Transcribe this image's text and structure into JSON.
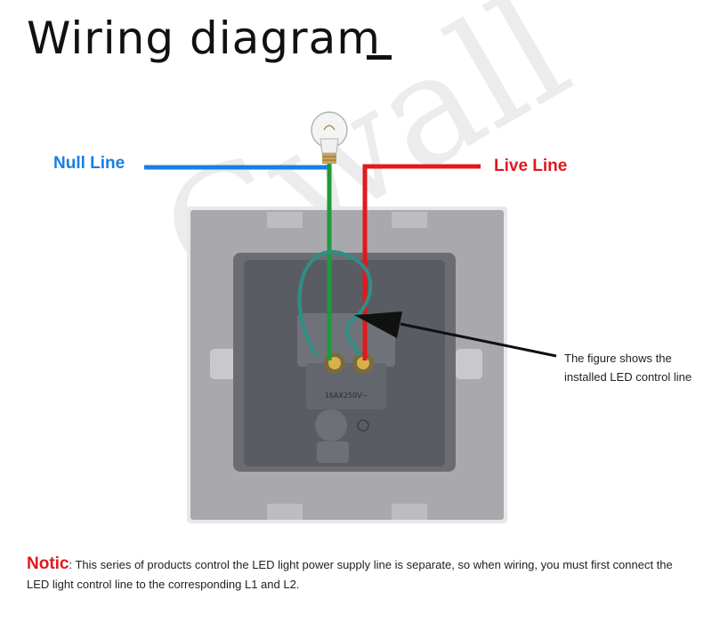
{
  "title": "Wiring diagram",
  "labels": {
    "null_line": "Null Line",
    "live_line": "Live Line",
    "callout_line1": "The figure shows the",
    "callout_line2": "installed LED control line"
  },
  "notice": {
    "heading": "Notic",
    "body": ": This series of products control the LED light power supply line is separate, so when wiring, you must first connect the LED light control line to the corresponding L1 and L2."
  },
  "switch_markings": {
    "rating": "16AX250V~"
  },
  "colors": {
    "null_line": "#1a7ee6",
    "live_line": "#e0191f",
    "control_line": "#1f9a3a",
    "led_wire": "#2d8f86",
    "plate": "#a3a3a8",
    "module": "#55575e"
  },
  "icons": [
    "bulb-icon",
    "arrow-icon",
    "ccc-mark-icon"
  ]
}
